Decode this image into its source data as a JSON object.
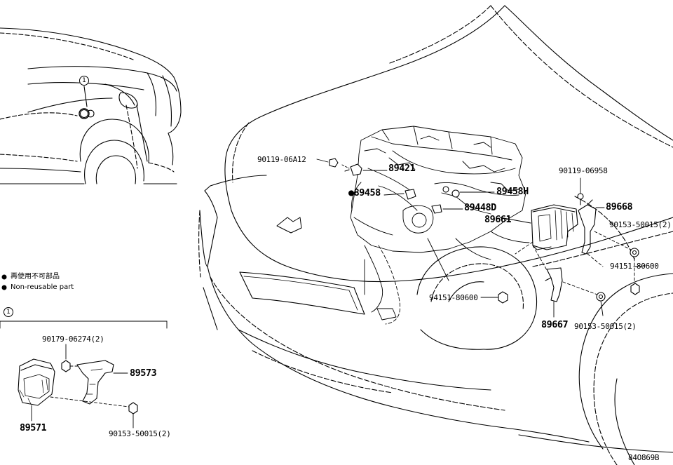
{
  "diagram": {
    "callout_ref": "1",
    "legend": {
      "non_reusable_jp": "再使用不可部品",
      "non_reusable_en": "Non-reusable part",
      "marker_symbol": "●"
    },
    "labels": {
      "p90119_06a12": "90119-06A12",
      "p89421": "89421",
      "p89458": "89458",
      "p89458h": "89458H",
      "p89448d": "89448D",
      "p89661": "89661",
      "p90119_06958": "90119-06958",
      "p89668": "89668",
      "p90153_50015_a": "90153-50015(2)",
      "p94151_80600_a": "94151-80600",
      "p94151_80600_b": "94151-80600",
      "p89667": "89667",
      "p90153_50015_b": "90153-50015(2)",
      "p90179_06274": "90179-06274(2)",
      "p89573": "89573",
      "p89571": "89571",
      "p90153_50015_c": "90153-50015(2)"
    },
    "diagram_code": "84O869B"
  }
}
